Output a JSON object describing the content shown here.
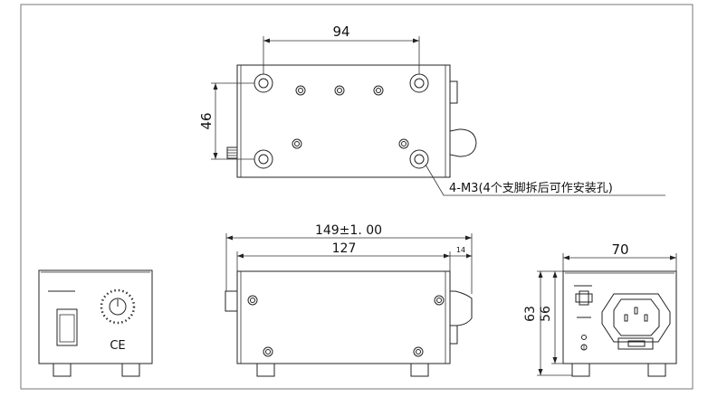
{
  "dimensions": {
    "top_width": "94",
    "top_height": "46",
    "overall_length": "149±1. 00",
    "body_length": "127",
    "knob_length": "14",
    "rear_width": "70",
    "rear_height_total": "63",
    "rear_height_body": "56"
  },
  "callout": {
    "text": "4-M3(4个支脚拆后可作安装孔)"
  },
  "front_panel": {
    "ce_mark": "CE"
  }
}
